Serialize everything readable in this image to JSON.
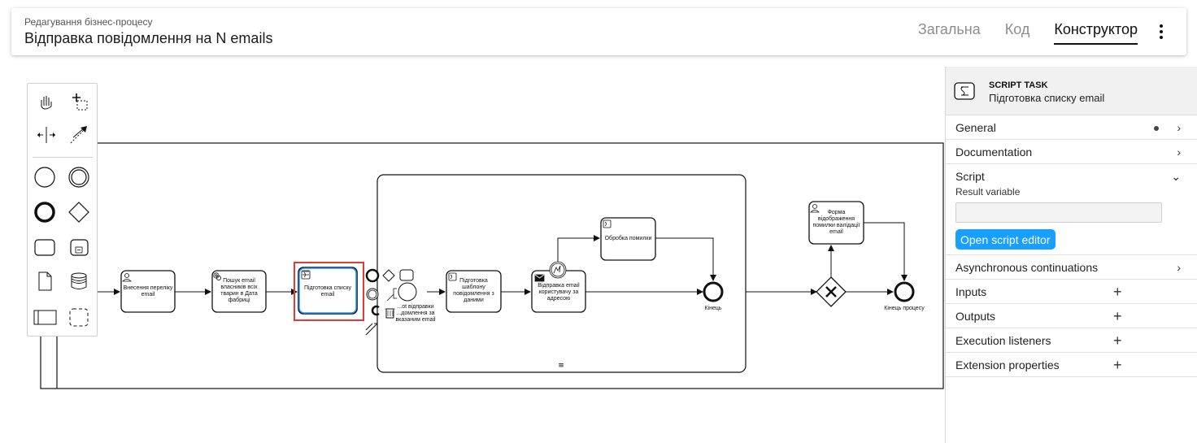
{
  "header": {
    "subtitle": "Редагування бізнес-процесу",
    "title": "Відправка повідомлення на N emails",
    "tabs": [
      {
        "label": "Загальна",
        "active": false
      },
      {
        "label": "Код",
        "active": false
      },
      {
        "label": "Конструктор",
        "active": true
      }
    ]
  },
  "diagram": {
    "tasks": [
      {
        "id": "t1",
        "label": "Внесення переліку email",
        "icon": "user-task-icon"
      },
      {
        "id": "t2",
        "label": "Пошук email власників всіх тварин в Дата фабриці",
        "icon": "service-task-icon"
      },
      {
        "id": "t3",
        "label": "Підготовка списку email",
        "icon": "script-task-icon"
      },
      {
        "id": "t4",
        "label": "Підготовка шаблону повідомлення з даними",
        "icon": "script-task-icon"
      },
      {
        "id": "t5",
        "label": "Відправка email користувачу за адресою",
        "icon": "send-task-icon"
      },
      {
        "id": "t6",
        "label": "Обробка помилки",
        "icon": "script-task-icon"
      },
      {
        "id": "t7",
        "label": "Форма відображення помилки валідації email",
        "icon": "user-task-icon"
      }
    ],
    "context_label": "...ot відправки ...домлення за вказаним email",
    "end_inner_label": "Кінець",
    "end_process_label": "Кінець процесу"
  },
  "palette": {
    "tools": [
      "hand-tool-icon",
      "lasso-tool-icon",
      "space-tool-icon",
      "global-connect-icon"
    ],
    "elements": [
      "start-event-icon",
      "intermediate-event-icon",
      "end-event-icon",
      "gateway-icon",
      "task-icon",
      "subprocess-icon",
      "data-object-icon",
      "data-store-icon",
      "pool-icon",
      "group-icon"
    ]
  },
  "panel": {
    "element_type": "SCRIPT TASK",
    "element_name": "Підготовка списку email",
    "groups_top": [
      {
        "label": "General",
        "chevron": "›",
        "has_dot": true
      },
      {
        "label": "Documentation",
        "chevron": "›",
        "has_dot": false
      }
    ],
    "script": {
      "title": "Script",
      "chevron": "⌄",
      "result_variable_label": "Result variable",
      "result_variable_value": "",
      "open_button": "Open script editor"
    },
    "groups_bottom": [
      {
        "label": "Asynchronous continuations",
        "action": "›"
      },
      {
        "label": "Inputs",
        "action": "+"
      },
      {
        "label": "Outputs",
        "action": "+"
      },
      {
        "label": "Execution listeners",
        "action": "+"
      },
      {
        "label": "Extension properties",
        "action": "+"
      }
    ]
  },
  "colors": {
    "accent": "#18a0ff",
    "selection": "#e53935",
    "selection_inner": "#2196f3"
  }
}
